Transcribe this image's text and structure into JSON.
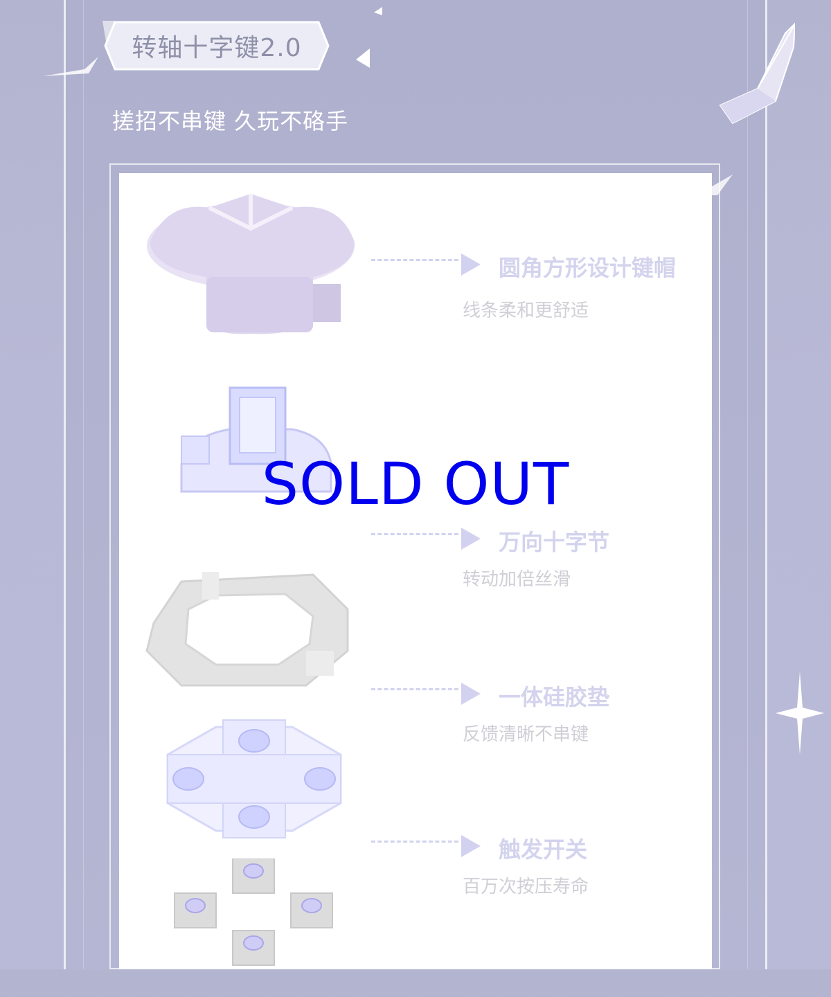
{
  "header": {
    "tag_label": "转轴十字键2.0",
    "subtitle": "搓招不串键 久玩不硌手"
  },
  "features": [
    {
      "title": "圆角方形设计键帽",
      "subtitle": "线条柔和更舒适",
      "icon": "keycap-icon"
    },
    {
      "title": "",
      "subtitle": "",
      "icon": "pivot-housing-icon"
    },
    {
      "title": "万向十字节",
      "subtitle": "转动加倍丝滑",
      "icon": "universal-joint-icon"
    },
    {
      "title": "一体硅胶垫",
      "subtitle": "反馈清晰不串键",
      "icon": "silicone-pad-icon"
    },
    {
      "title": "触发开关",
      "subtitle": "百万次按压寿命",
      "icon": "trigger-switch-icon"
    }
  ],
  "overlay": {
    "status": "SOLD OUT"
  },
  "colors": {
    "background": "#b5b6d3",
    "panel": "#ffffff",
    "accent": "#d2d2f0",
    "sold_out": "#0000ee"
  }
}
